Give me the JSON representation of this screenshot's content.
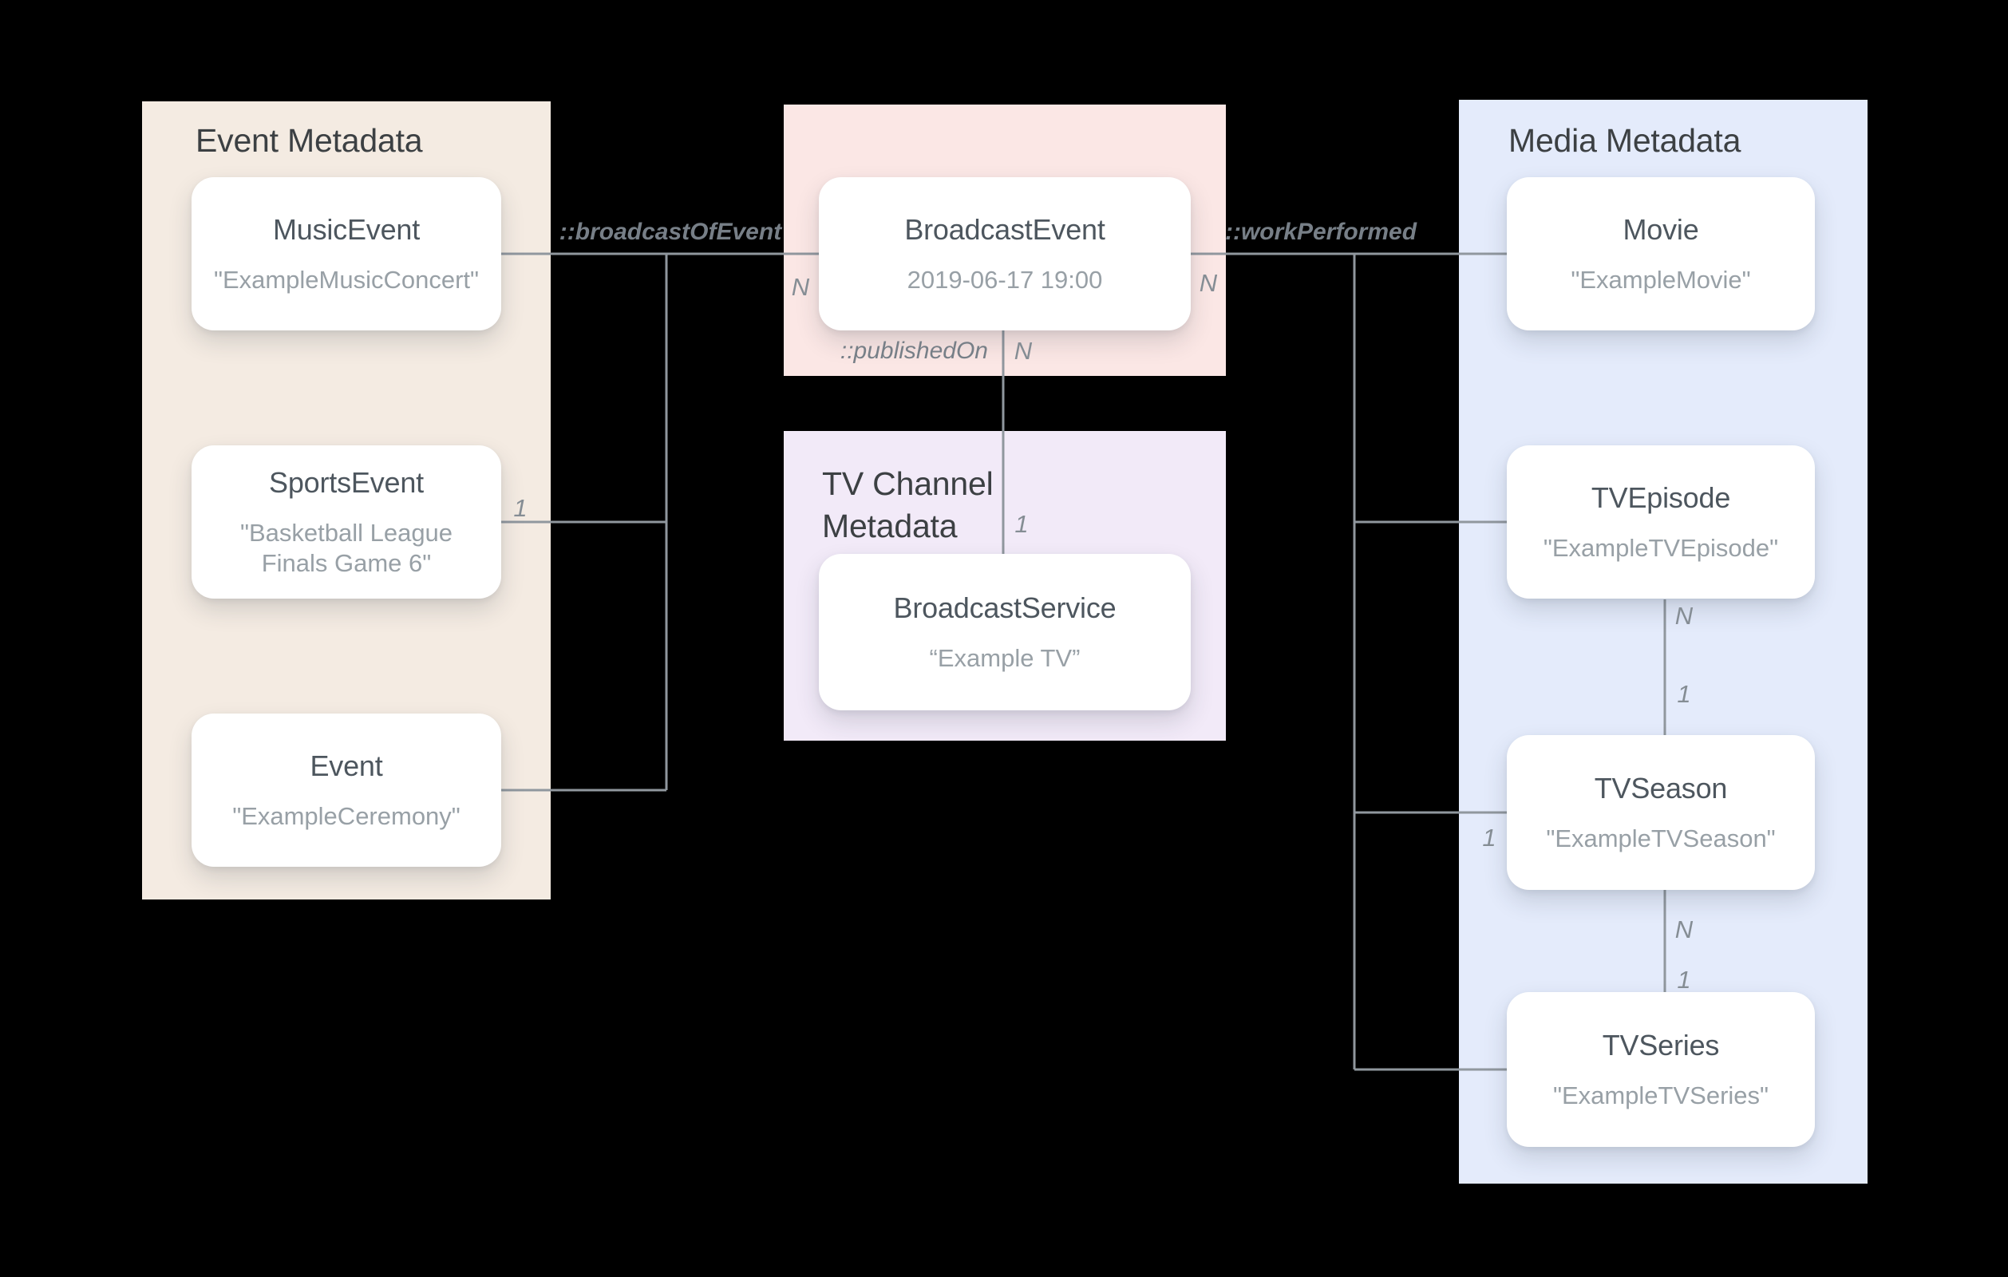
{
  "colors": {
    "background": "#000000",
    "panel-event": "#F4EBE2",
    "panel-broadcast": "#FBE7E5",
    "panel-tvchannel": "#F2EAF8",
    "panel-media": "#E4EBFB",
    "wire": "#90979E",
    "rel-label": "#777F87",
    "cardinality": "#858D94",
    "panel-title": "#3C4043",
    "card-title": "#4D565E",
    "card-subtitle": "#98A0A6",
    "card-bg": "#FFFFFF"
  },
  "event_panel": {
    "title": "Event Metadata",
    "cards": [
      {
        "title": "MusicEvent",
        "subtitle": "\"ExampleMusicConcert\""
      },
      {
        "title": "SportsEvent",
        "subtitle": "\"Basketball League Finals Game 6\""
      },
      {
        "title": "Event",
        "subtitle": "\"ExampleCeremony\""
      }
    ]
  },
  "broadcast_panel": {
    "card": {
      "title": "BroadcastEvent",
      "subtitle": "2019-06-17 19:00"
    }
  },
  "tv_channel_panel": {
    "title": "TV Channel Metadata",
    "card": {
      "title": "BroadcastService",
      "subtitle": "“Example TV”"
    }
  },
  "media_panel": {
    "title": "Media Metadata",
    "cards": [
      {
        "title": "Movie",
        "subtitle": "\"ExampleMovie\""
      },
      {
        "title": "TVEpisode",
        "subtitle": "\"ExampleTVEpisode\""
      },
      {
        "title": "TVSeason",
        "subtitle": "\"ExampleTVSeason\""
      },
      {
        "title": "TVSeries",
        "subtitle": "\"ExampleTVSeries\""
      }
    ]
  },
  "relationships": {
    "broadcast_of_event": {
      "label": "::broadcastOfEvent",
      "n": "N",
      "one": "1"
    },
    "published_on": {
      "label": "::publishedOn",
      "n": "N",
      "one": "1"
    },
    "work_performed": {
      "label": "::workPerformed",
      "n": "N",
      "one": "1"
    },
    "episode_to_season": {
      "n": "N",
      "one": "1"
    },
    "season_to_series": {
      "n": "N",
      "one": "1"
    }
  }
}
